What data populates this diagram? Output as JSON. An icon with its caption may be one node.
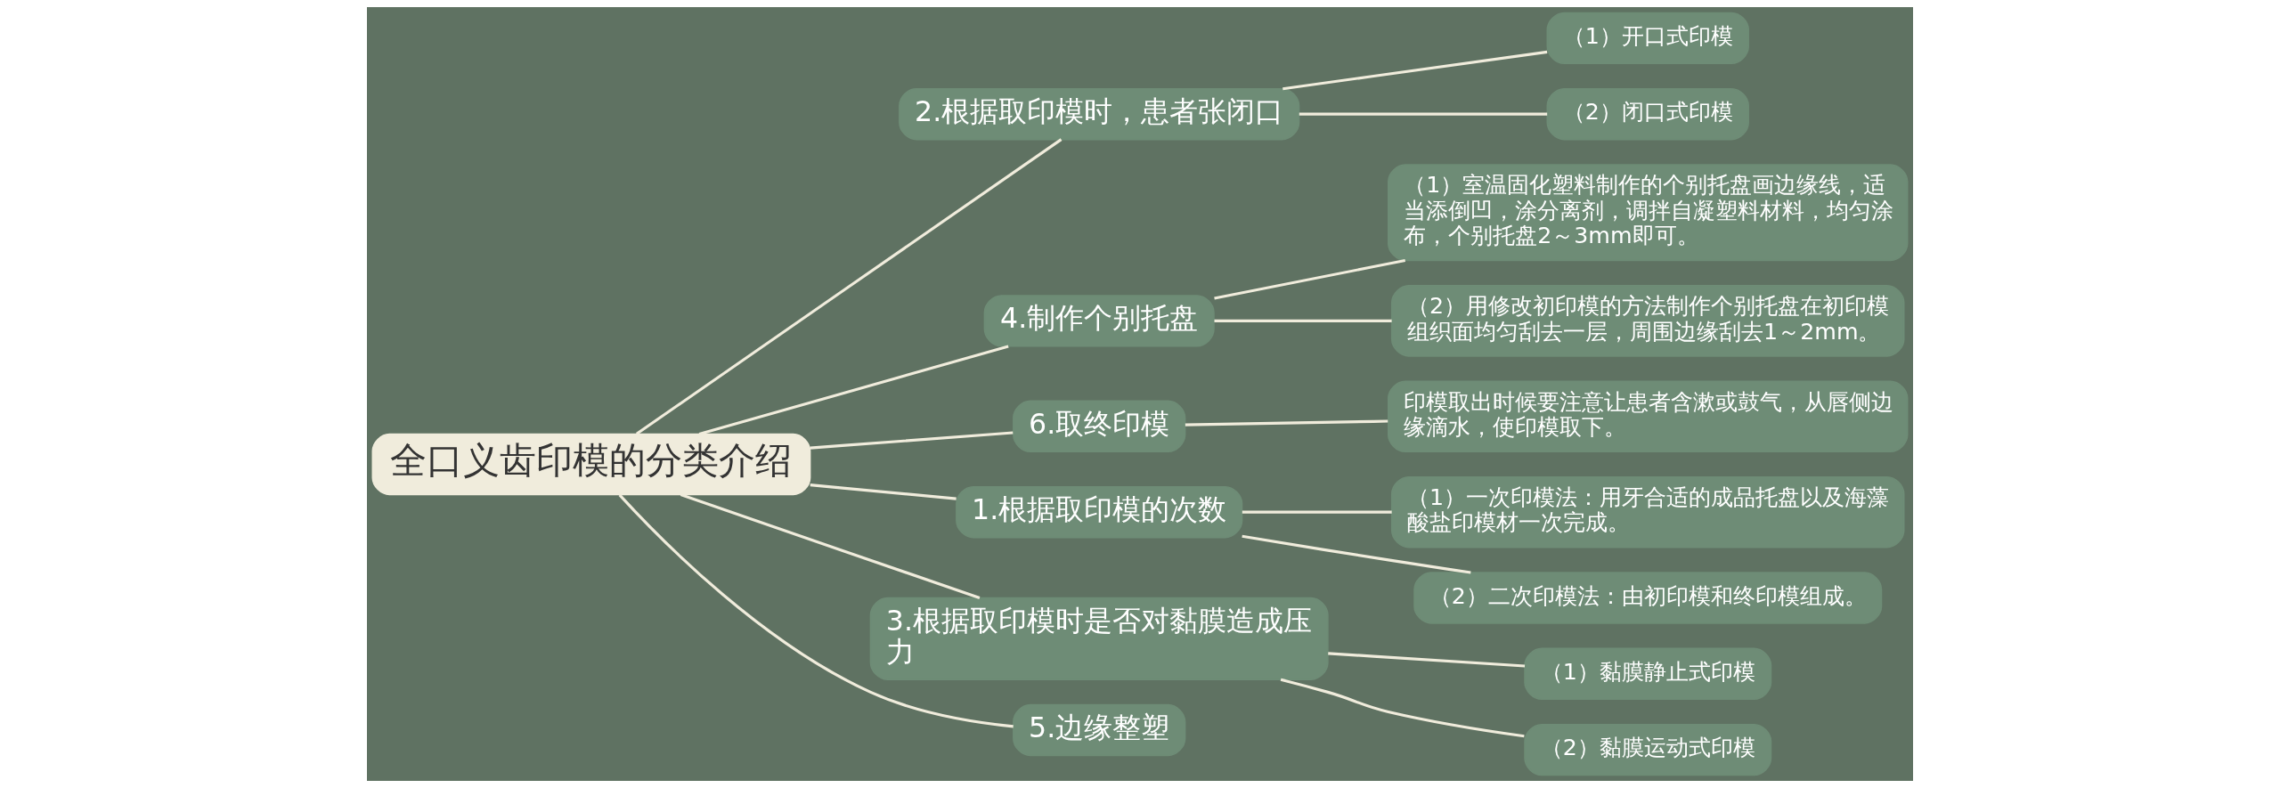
{
  "diagram": {
    "nodes": [
      {
        "text": [
          "全口义齿印模的分类介绍"
        ]
      },
      {
        "text": [
          "2.根据取印模时，患者张闭口"
        ]
      },
      {
        "text": [
          "（1）开口式印模"
        ]
      },
      {
        "text": [
          "（2）闭口式印模"
        ]
      },
      {
        "text": [
          "4.制作个别托盘"
        ]
      },
      {
        "text": [
          "（1）室温固化塑料制作的个别托盘画边缘线，适当添倒凹，涂分离剂，调拌自凝塑料材料，均匀涂布，个别托盘2～3mm即可。"
        ]
      },
      {
        "text": [
          "（2）用修改初印模的方法制作个别托盘在初印模组织面均匀刮去一层，周围边缘刮去1～2mm。"
        ]
      },
      {
        "text": [
          "6.取终印模"
        ]
      },
      {
        "text": [
          "印模取出时候要注意让患者含漱或鼓气，从唇侧边缘滴水，使印模取下。"
        ]
      },
      {
        "text": [
          "1.根据取印模的次数"
        ]
      },
      {
        "text": [
          "（1）一次印模法：用牙合适的成品托盘以及海藻酸盐印模材一次完成。"
        ]
      },
      {
        "text": [
          "（2）二次印模法：由初印模和终印模组成。"
        ]
      },
      {
        "text": [
          "3.根据取印模时是否对黏膜造成压力"
        ]
      },
      {
        "text": [
          "（1）黏膜静止式印模"
        ]
      },
      {
        "text": [
          "（2）黏膜运动式印模"
        ]
      },
      {
        "text": [
          "5.边缘整塑"
        ]
      }
    ],
    "edges": [
      {
        "from": 0,
        "to": 1,
        "arrow": "none"
      },
      {
        "from": 1,
        "to": 2,
        "arrow": "none"
      },
      {
        "from": 1,
        "to": 3,
        "arrow": "none"
      },
      {
        "from": 0,
        "to": 4,
        "arrow": "none"
      },
      {
        "from": 4,
        "to": 5,
        "arrow": "none"
      },
      {
        "from": 4,
        "to": 6,
        "arrow": "none"
      },
      {
        "from": 0,
        "to": 7,
        "arrow": "none"
      },
      {
        "from": 7,
        "to": 8,
        "arrow": "none"
      },
      {
        "from": 0,
        "to": 9,
        "arrow": "none"
      },
      {
        "from": 9,
        "to": 10,
        "arrow": "none"
      },
      {
        "from": 9,
        "to": 11,
        "arrow": "none"
      },
      {
        "from": 0,
        "to": 12,
        "arrow": "none"
      },
      {
        "from": 12,
        "to": 13,
        "arrow": "none"
      },
      {
        "from": 12,
        "to": 14,
        "arrow": "none"
      },
      {
        "from": 0,
        "to": 15,
        "arrow": "none"
      }
    ]
  }
}
